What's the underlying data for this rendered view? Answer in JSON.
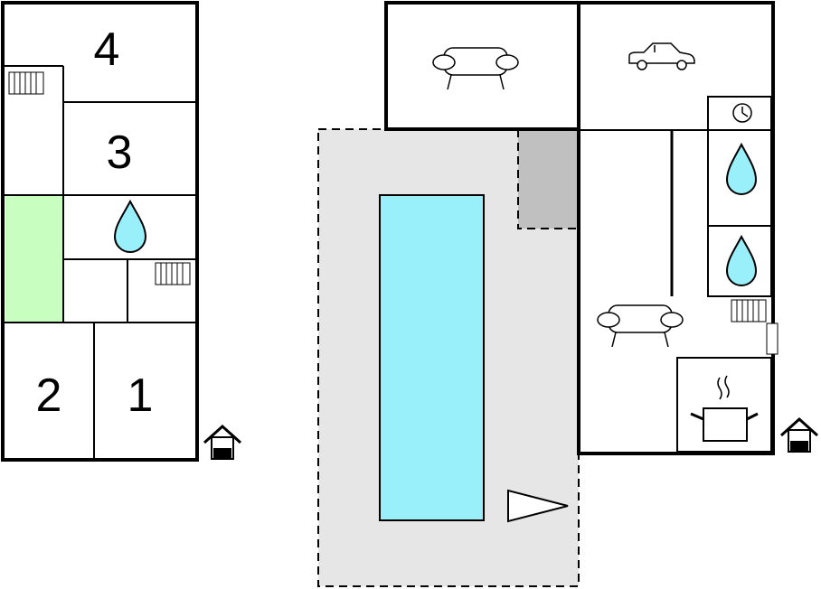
{
  "floorplan": {
    "rooms": [
      {
        "key": "room-4",
        "label": "4"
      },
      {
        "key": "room-3",
        "label": "3"
      },
      {
        "key": "room-2",
        "label": "2"
      },
      {
        "key": "room-1",
        "label": "1"
      }
    ],
    "icons": [
      "radiator-icon",
      "bathroom-icon",
      "living-room-icon",
      "garage-car-icon",
      "clock-icon",
      "kitchen-icon",
      "entrance-icon",
      "terrace-direction-icon"
    ],
    "colors": {
      "pool": "#99f0fa",
      "pool_deck": "#e6e6e6",
      "covered_area": "#c0c0c0",
      "balcony": "#c8ffc0",
      "wall": "#000000",
      "door_marker": "#000000"
    }
  }
}
